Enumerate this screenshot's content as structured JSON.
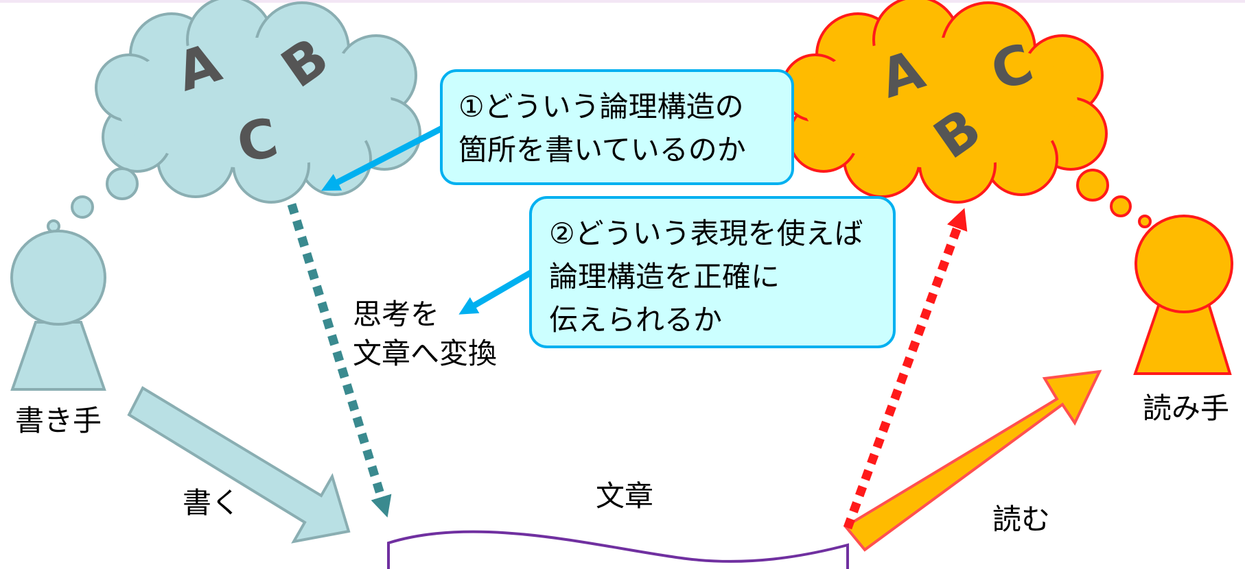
{
  "writer": {
    "label": "書き手",
    "thought_letters": [
      "A",
      "B",
      "C"
    ],
    "fill_color": "#b9e0e4",
    "stroke_color": "#8aaeb2"
  },
  "reader": {
    "label": "読み手",
    "thought_letters": [
      "A",
      "C",
      "B"
    ],
    "fill_color": "#ffbb00",
    "stroke_color": "#ff1a1a"
  },
  "document": {
    "label": "文章",
    "stroke_color": "#7030a0"
  },
  "actions": {
    "write": "書く",
    "read": "読む",
    "convert_line1": "思考を",
    "convert_line2": "文章へ変換"
  },
  "callouts": [
    {
      "lines": [
        "①どういう論理構造の",
        "箇所を書いているのか"
      ],
      "fill_color": "#ccffff",
      "stroke_color": "#00b0f0"
    },
    {
      "lines": [
        "②どういう表現を使えば",
        "論理構造を正確に",
        "伝えられるか"
      ],
      "fill_color": "#ccffff",
      "stroke_color": "#00b0f0"
    }
  ],
  "colors": {
    "writer_dotted_arrow": "#3a8a8f",
    "reader_dotted_arrow": "#ff1a1a",
    "callout_arrow": "#00b0f0",
    "top_border": "#f3e6f5"
  }
}
